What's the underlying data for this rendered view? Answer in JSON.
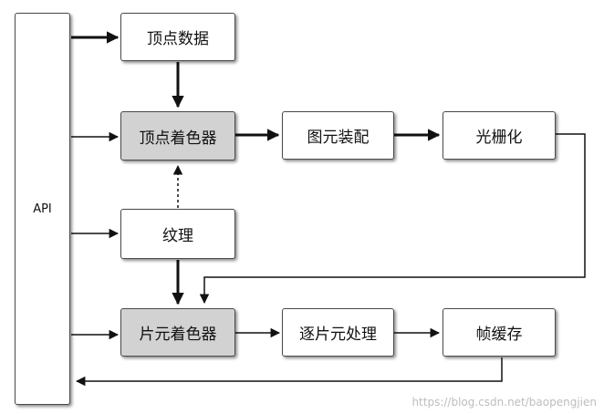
{
  "api": "API",
  "nodes": {
    "vertex_data": "顶点数据",
    "vertex_shader": "顶点着色器",
    "texture": "纹理",
    "fragment_shader": "片元着色器",
    "primitive_assembly": "图元装配",
    "rasterization": "光栅化",
    "fragment_ops": "逐片元处理",
    "framebuffer": "帧缓存"
  },
  "watermark": "https://blog.csdn.net/baopengjien",
  "colors": {
    "shader_fill": "#d2d2d2",
    "box_fill": "#ffffff",
    "line": "#111111"
  }
}
